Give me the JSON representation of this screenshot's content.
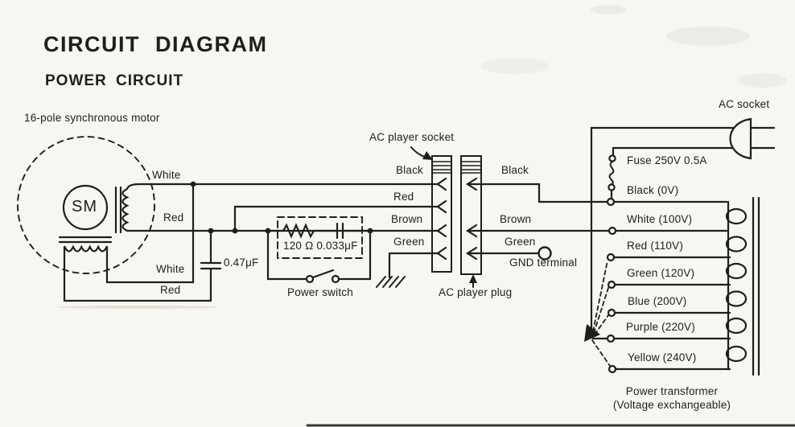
{
  "page": {
    "title": "CIRCUIT DIAGRAM",
    "subtitle": "POWER CIRCUIT"
  },
  "motor": {
    "label": "16-pole synchronous motor",
    "symbol": "SM",
    "leads": {
      "top_white": "White",
      "top_red": "Red",
      "bottom_white": "White",
      "bottom_red": "Red"
    }
  },
  "components": {
    "phase_capacitor": "0.47μF",
    "snubber": "120 Ω  0.033μF",
    "power_switch": "Power switch"
  },
  "player_socket": {
    "label": "AC player socket",
    "wires": [
      "Black",
      "Red",
      "Brown",
      "Green"
    ]
  },
  "player_plug": {
    "label": "AC player plug",
    "wires": [
      "Black",
      "Brown",
      "Green"
    ],
    "gnd_terminal": "GND terminal"
  },
  "mains": {
    "ac_socket": "AC socket",
    "fuse": "Fuse 250V 0.5A"
  },
  "transformer": {
    "name": "Power transformer",
    "note": "(Voltage exchangeable)",
    "taps": [
      "Black (0V)",
      "White (100V)",
      "Red (110V)",
      "Green (120V)",
      "Blue (200V)",
      "Purple (220V)",
      "Yellow (240V)"
    ],
    "ink_color": "#1f1e1c",
    "paper_color": "#f7f6f1"
  }
}
